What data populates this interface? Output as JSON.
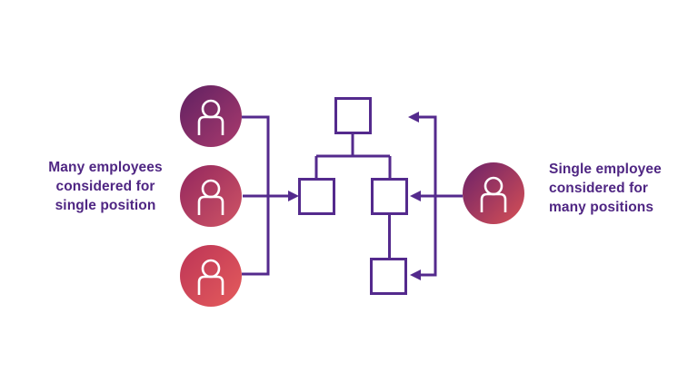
{
  "left_label": {
    "lines": [
      "Many employees",
      "considered for",
      "single position"
    ]
  },
  "right_label": {
    "lines": [
      "Single employee",
      "considered for",
      "many positions"
    ]
  },
  "avatars": {
    "icon": "person-icon",
    "left_count": 3,
    "right_count": 1
  },
  "org_chart": {
    "node_count": 4,
    "shape": "square-outline"
  },
  "colors": {
    "line": "#542a8d",
    "text": "#4f2683",
    "grad1_start": "#5f2062",
    "grad1_end": "#aa3b6d",
    "grad2_start": "#92265e",
    "grad2_end": "#d05565",
    "grad3_start": "#bc3456",
    "grad3_end": "#e55c5c",
    "grad_single_start": "#6b2169",
    "grad_single_end": "#d75055"
  }
}
